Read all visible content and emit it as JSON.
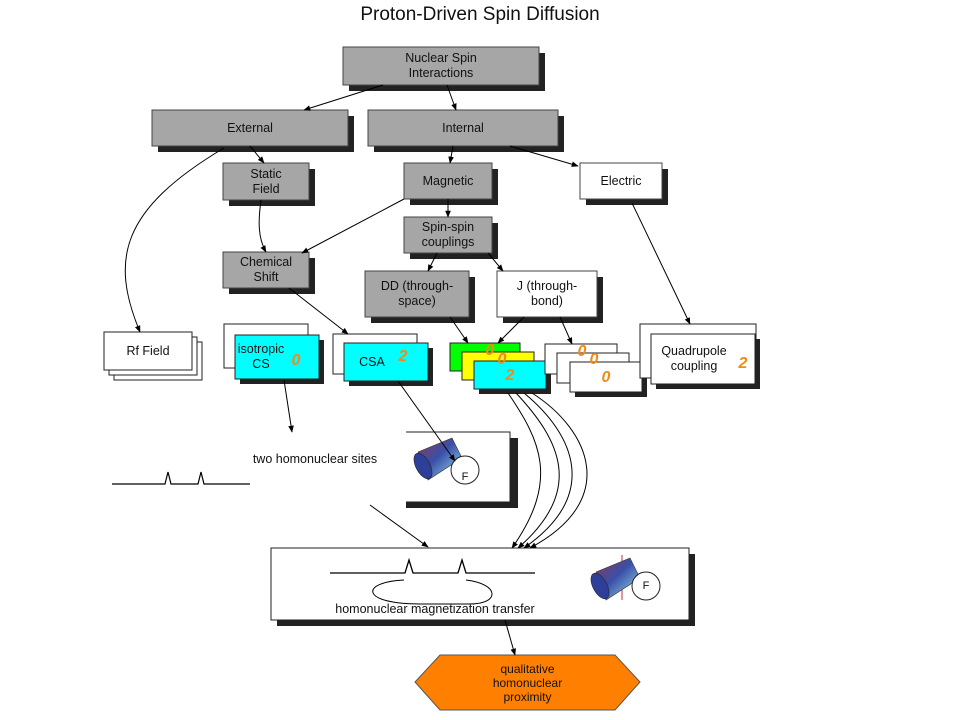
{
  "title": "Proton-Driven Spin Diffusion",
  "nodes": {
    "nuclear_spin": "Nuclear Spin\nInteractions",
    "external": "External",
    "internal": "Internal",
    "static_field": "Static\nField",
    "magnetic": "Magnetic",
    "electric": "Electric",
    "spin_spin": "Spin-spin\ncouplings",
    "chemical_shift": "Chemical\nShift",
    "dd": "DD (through-\nspace)",
    "j": "J (through-\nbond)",
    "rf_field": "Rf Field",
    "isotropic_cs": "isotropic\nCS",
    "csa": "CSA",
    "quadrupole": "Quadrupole\ncoupling",
    "two_sites": "two homonuclear\nsites",
    "mag_transfer": "homonuclear magnetization transfer",
    "qualitative": "qualitative\nhomonuclear\nproximity"
  },
  "ranks": {
    "isotropic_cs": "0",
    "csa": "2",
    "dd_top": "0",
    "dd_mid": "0",
    "dd_front": "2",
    "j_back": "0",
    "j_mid": "0",
    "j_front": "0",
    "quadrupole": "2"
  },
  "rotor_label": "F",
  "colors": {
    "gray_box": "#a6a6a6",
    "cyan": "#00ffff",
    "green": "#00ff00",
    "yellow": "#ffff00",
    "orange": "#ff7f00",
    "rank_number": "#f28a1a"
  }
}
